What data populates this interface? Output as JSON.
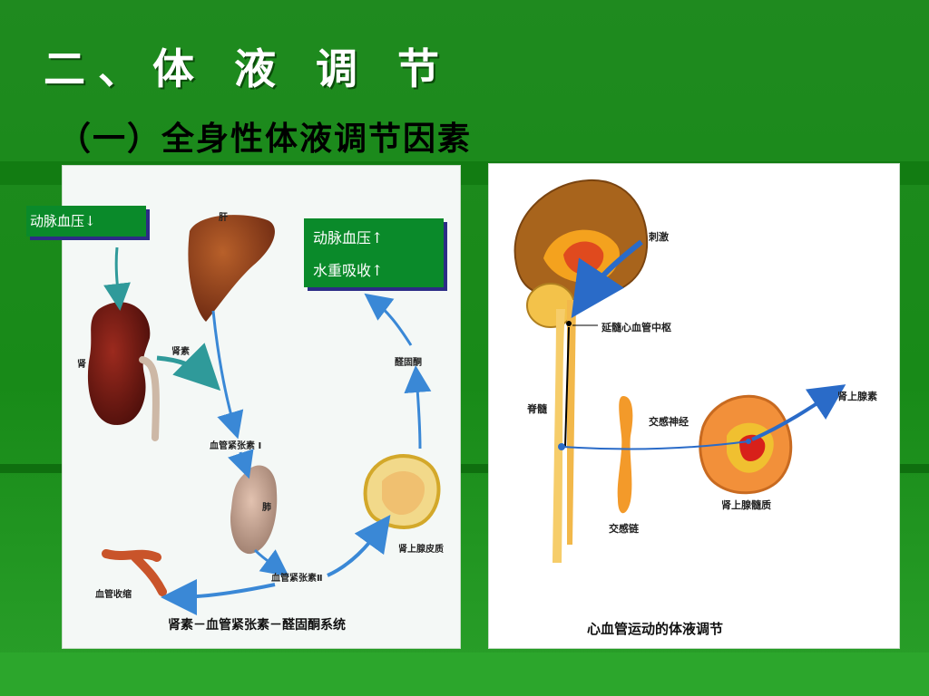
{
  "slide": {
    "title": "二、体 液 调 节",
    "subtitle": "（一）全身性体液调节因素"
  },
  "left_diagram": {
    "box_top_left": "动脉血压↓",
    "box_top_right_line1": "动脉血压↑",
    "box_top_right_line2": "水重吸收↑",
    "labels": {
      "liver": "肝",
      "kidney": "肾",
      "renin": "肾素",
      "angiotensin1": "血管紧张素 Ⅰ",
      "lung": "肺",
      "angiotensin2": "血管紧张素Ⅱ",
      "vasoconstriction": "血管收缩",
      "adrenal_cortex": "肾上腺皮质",
      "aldosterone": "醛固酮"
    },
    "caption": "肾素－血管紧张素－醛固酮系统"
  },
  "right_diagram": {
    "labels": {
      "stimulus": "刺激",
      "medulla_center": "延髓心血管中枢",
      "spinal_cord": "脊髓",
      "sympathetic_nerve": "交感神经",
      "epinephrine": "肾上腺素",
      "sympathetic_chain": "交感链",
      "adrenal_medulla": "肾上腺髓质"
    },
    "caption": "心血管运动的体液调节"
  }
}
